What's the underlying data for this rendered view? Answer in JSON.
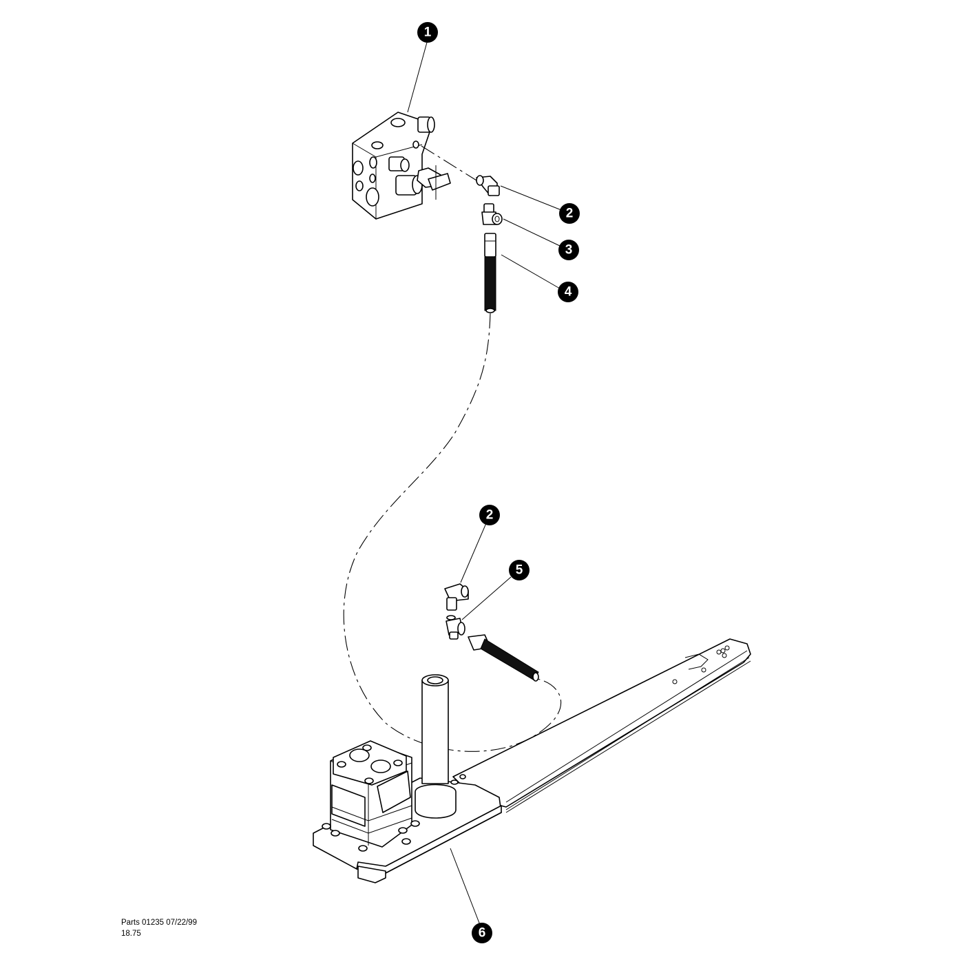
{
  "callouts": [
    {
      "id": "1",
      "label": "1"
    },
    {
      "id": "2a",
      "label": "2"
    },
    {
      "id": "3",
      "label": "3"
    },
    {
      "id": "4",
      "label": "4"
    },
    {
      "id": "2b",
      "label": "2"
    },
    {
      "id": "5",
      "label": "5"
    },
    {
      "id": "6",
      "label": "6"
    }
  ],
  "footer": {
    "line1": "Parts 01235  07/22/99",
    "line2": "18.75"
  }
}
